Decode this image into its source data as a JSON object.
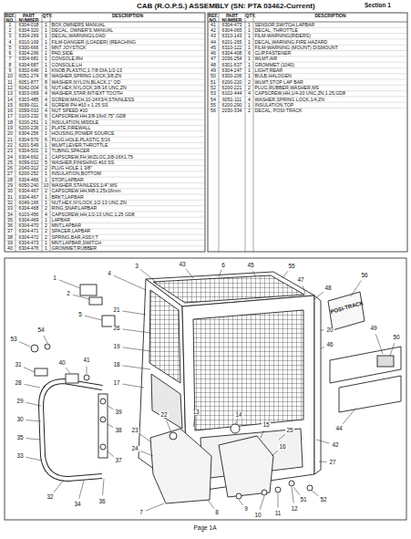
{
  "diagram": {
    "title": "CAB (R.O.P.S.) ASSEMBLY (SN: PTA 03462-Current)",
    "labels": [
      "Section 1",
      "REF. NO.",
      "PART NUMBER",
      "QTY.",
      "DESCRIPTION",
      "REF. NO.",
      "PART NUMBER",
      "QTY.",
      "DESCRIPTION",
      "1",
      "6304-018",
      "1",
      "BOX,OWNERS MANUAL",
      "2",
      "6304-320",
      "1",
      "DECAL, OWNER'S MANUAL",
      "3",
      "6304-269",
      "1",
      "DECAL,WARNING/LOAD",
      "4",
      "6310-169",
      "1",
      "FILM-DANGER (LOADER) (REACHING",
      "5",
      "6300-666",
      "1",
      "MNT JOYSTICK",
      "6",
      "6304-296",
      "1",
      "PAD,SIDE",
      "7",
      "6304-681",
      "1",
      "CONSOLE,RH",
      "8",
      "6304-687",
      "1",
      "CONSOLE,LH",
      "9",
      "6302-646",
      "1",
      "KNOB,PLASTIC,1-7/8 DIA,1/2-13",
      "10",
      "6051-274",
      "8",
      "WASHER,SPRING LOCK,3/8,ZN",
      "11",
      "6051-877",
      "8",
      "WASHER,NYLON,BLACK,1\" OD",
      "12",
      "6042-004",
      "6",
      "NUT,HEX,NYLOCK,3/8-16 UNC,ZN",
      "13",
      "6303-069",
      "4",
      "WASHER,STAR,INT/EXT TOOTH",
      "14",
      "6303-485",
      "4",
      "SCREW,MACH,10-24X3/4,STAINLESS",
      "15",
      "6099-011",
      "4",
      "SCREW PH #10 x 1.25 SS",
      "16",
      "0099-010",
      "4",
      "NUT SPEED #10",
      "17",
      "0103-232",
      "6",
      "CAPSCREW,HH,3/8-16x0.75\",GD8",
      "18",
      "6200-251",
      "1",
      "INSULATION,MIDDLE",
      "19",
      "6200-236",
      "1",
      "PLATE,FIREWALL",
      "20",
      "6304-256",
      "1",
      "HOUSING,POWER SOURCE",
      "21",
      "6304-579",
      "6",
      "PLUG,HOLE,PLASTIC,5/16",
      "22",
      "6201-549",
      "1",
      "WLMT,LEVER,THROTTLE",
      "23",
      "6304-501",
      "1",
      "TUBING,SPACER",
      "24",
      "6304-662",
      "1",
      "CAPSCREW,FH,W/ZLOC,3/8-16X1.75",
      "25",
      "6099-012",
      "5",
      "WASHER,FINISHING #10 SS",
      "26",
      "2043-312",
      "2",
      "PLUG HOLE 1 3/8\"",
      "27",
      "6200-252",
      "1",
      "INSULATION,BOTTOM",
      "28",
      "6304-466",
      "1",
      "STOP,LAPBAR",
      "29",
      "6050-240",
      "10",
      "WASHER,STAINLESS,1/4\",MS",
      "30",
      "6304-467",
      "2",
      "CAPSCREW,HH,M8-1.25x16mm",
      "31",
      "6304-467",
      "1",
      "BRKT,LAPBAR",
      "32",
      "6049-166",
      "1",
      "NUT,HEX,NYLOCK,1/2-13 UNC,ZN",
      "33",
      "6304-468",
      "2",
      "RING,SNAP,LAPBAR",
      "34",
      "6103-456",
      "4",
      "CAPSCREW,HH,1/2-13 UNC,1.25 GD8",
      "35",
      "6304-469",
      "1",
      "LAPBAR",
      "36",
      "6304-470",
      "2",
      "MNT,LAPBAR",
      "37",
      "6304-471",
      "2",
      "SPACER,LAPBAR",
      "38",
      "6304-472",
      "2",
      "SPRING,BAR,ASSY,T",
      "39",
      "6304-473",
      "1",
      "MNT,LAPBAR,SWITCH",
      "40",
      "6304-476",
      "1",
      "GROMMET,RUBBER",
      "41",
      "6304-473",
      "1",
      "SENSOR,SWITCH,LAPBAR",
      "42",
      "6304-065",
      "1",
      "DECAL, THROTTLE",
      "43",
      "6310-143",
      "1",
      "FILM-WARNING(RIDERS)",
      "44",
      "6201-265",
      "1",
      "DECAL,WARNING,FIRE HAZARD",
      "45",
      "6310-122",
      "1",
      "FILM-WARNING (MOUNT) DISMOUNT",
      "46",
      "6304-408",
      "6",
      "CLIP,FASTENER",
      "47",
      "2036-254",
      "1",
      "WLMT,AIR",
      "48",
      "6301-637",
      "1",
      "GROMMET (1040)",
      "49",
      "6304-247",
      "1",
      "LIGHT,REAR",
      "50",
      "6300-206",
      "1",
      "BULB,HALOGEN",
      "51",
      "6200-220",
      "2",
      "WLMT,STOP LAP BAR",
      "52",
      "6200-221",
      "2",
      "PLUG,RUBBER,WASHER,MS",
      "53",
      "6102-444",
      "4",
      "CAPSCREW,HH,1/4-20 UNC,ZN,1.25,GD8",
      "54",
      "6051-111",
      "4",
      "WASHER,SPRING LOCK,1/4,ZN",
      "55",
      "6200-290",
      "1",
      "INSULATION,TOP",
      "56",
      "2030-334",
      "2",
      "DECAL, POSI-TRACK",
      "1",
      "2",
      "3",
      "4",
      "5",
      "6",
      "43",
      "45",
      "55",
      "47",
      "48",
      "56",
      "21",
      "26",
      "19",
      "18",
      "17",
      "20",
      "46",
      "49",
      "50",
      "44",
      "42",
      "27",
      "31",
      "28",
      "29",
      "30",
      "35",
      "33",
      "32",
      "34",
      "36",
      "37",
      "38",
      "39",
      "40",
      "41",
      "7",
      "8",
      "9",
      "22",
      "23",
      "24",
      "10",
      "11",
      "12",
      "13",
      "14",
      "15",
      "16",
      "25",
      "51",
      "52",
      "53",
      "54",
      "POSI-TRACK",
      "Page 1A"
    ]
  }
}
